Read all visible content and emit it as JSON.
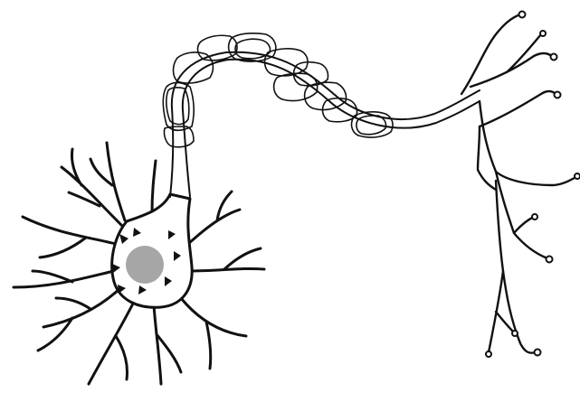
{
  "diagram": {
    "subject": "neuron",
    "parts": [
      {
        "id": "cell-body"
      },
      {
        "id": "nucleus"
      },
      {
        "id": "dendrites"
      },
      {
        "id": "nissl-bodies"
      },
      {
        "id": "axon-hillock"
      },
      {
        "id": "axon"
      },
      {
        "id": "myelin-sheath"
      },
      {
        "id": "axon-terminals"
      },
      {
        "id": "synaptic-knobs"
      }
    ],
    "colors": {
      "line": "#111111",
      "nucleus": "#a6a6a6",
      "background": "#ffffff"
    }
  }
}
